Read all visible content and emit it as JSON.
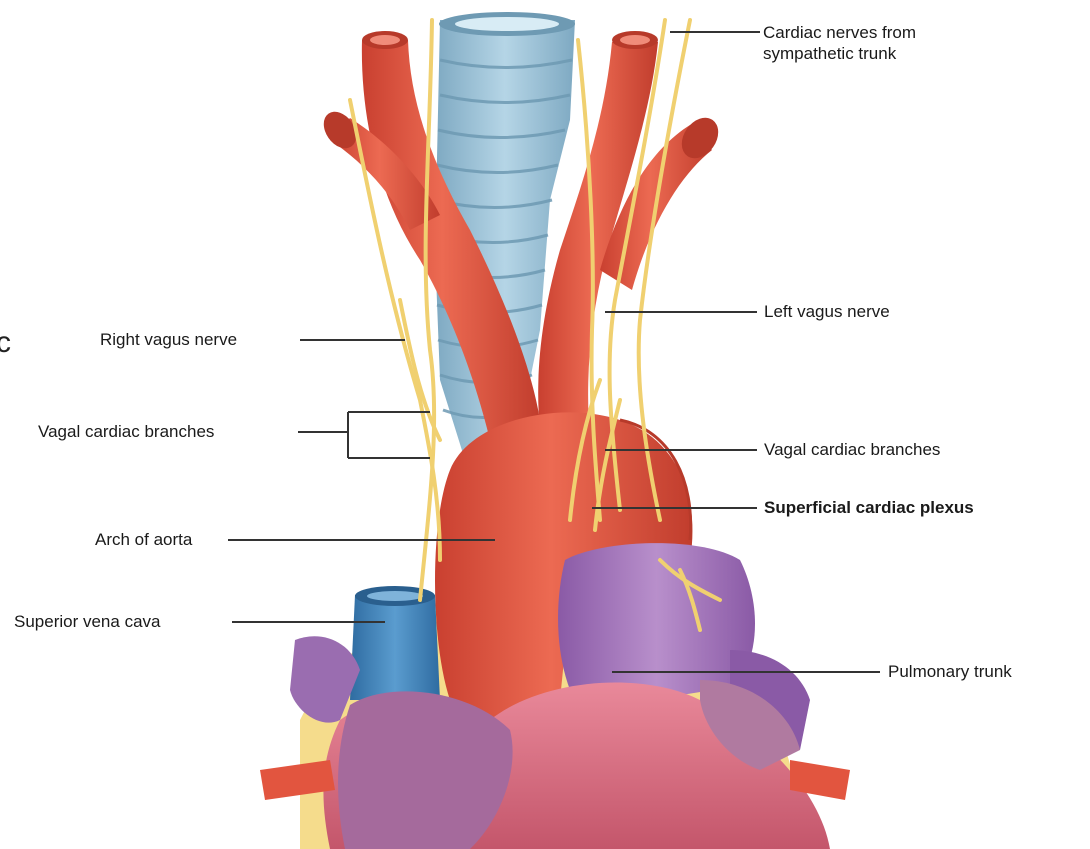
{
  "labels": {
    "cardiac_nerves": "Cardiac nerves from\nsympathetic trunk",
    "left_vagus": "Left vagus nerve",
    "right_vagus": "Right vagus nerve",
    "vagal_cardiac_left": "Vagal cardiac branches",
    "vagal_cardiac_right": "Vagal cardiac branches",
    "superficial_plexus": "Superficial cardiac plexus",
    "arch_of_aorta": "Arch of aorta",
    "superior_vena_cava": "Superior vena cava",
    "pulmonary_trunk": "Pulmonary trunk"
  },
  "edge_glyph": "c",
  "colors": {
    "artery": "#e2553f",
    "artery_dark": "#b73a2a",
    "trachea": "#9cc3d8",
    "trachea_dark": "#6e9ab3",
    "nerve": "#f2d37a",
    "vein": "#3f7fb5",
    "pulmonary": "#9a6db0",
    "fat": "#f5dc8c",
    "heart": "#d8697a",
    "leader": "#333333"
  }
}
